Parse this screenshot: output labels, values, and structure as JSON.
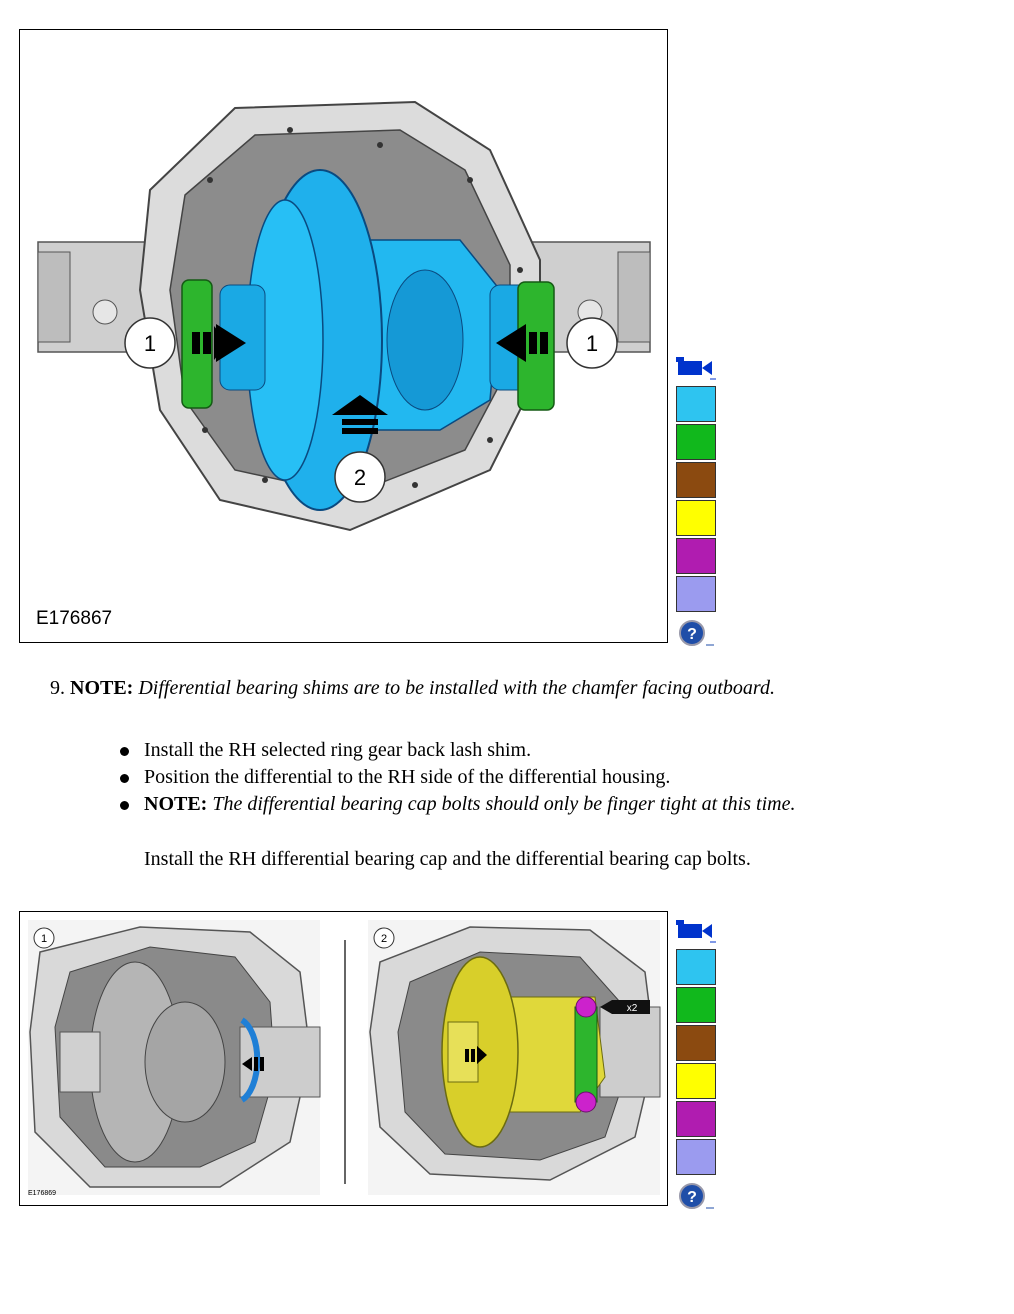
{
  "figure1": {
    "id": "E176867",
    "callout_left": "1",
    "callout_right": "1",
    "callout_bottom": "2"
  },
  "legend_colors": [
    "#2ec4f0",
    "#11b81c",
    "#8b4a10",
    "#ffff00",
    "#b01cb0",
    "#9b9bef"
  ],
  "step": {
    "number": "9.",
    "note_label": "NOTE:",
    "note_text": "Differential bearing shims are to be installed with the chamfer facing outboard."
  },
  "bullets": [
    {
      "text": "Install the RH selected ring gear back lash shim."
    },
    {
      "text": "Position the differential to the RH side of the differential housing."
    },
    {
      "label": "NOTE:",
      "text": "The differential bearing cap bolts should only be finger tight at this time."
    }
  ],
  "sub_instruction": "Install the RH differential bearing cap and the differential bearing cap bolts.",
  "figure2": {
    "id": "E176869",
    "panel1_label": "1",
    "panel2_label": "2",
    "multiplier": "x2"
  }
}
